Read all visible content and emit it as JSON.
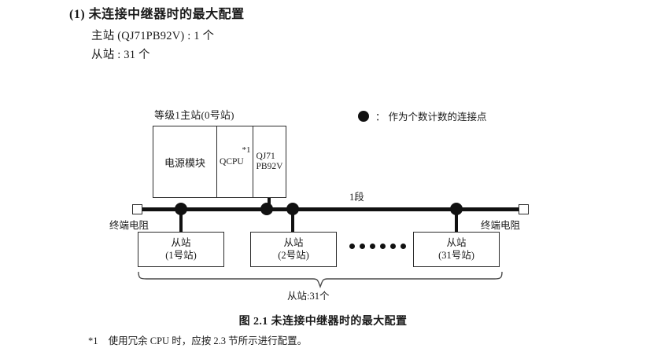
{
  "heading": {
    "number": "(1)",
    "title": "未连接中继器时的最大配置",
    "lines": [
      "主站 (QJ71PB92V) : 1 个",
      "从站 : 31 个"
    ]
  },
  "legend": {
    "marker": "filled-circle-icon",
    "separator": "：",
    "text": "作为个数计数的连接点"
  },
  "diagram": {
    "master": {
      "label": "等级1主站(0号站)",
      "cells": {
        "power": "电源模块",
        "cpu": "QCPU",
        "cpu_footnote_ref": "*1",
        "network": "QJ71\nPB92V",
        "network_line1": "QJ71",
        "network_line2": "PB92V"
      }
    },
    "bus": {
      "segment_label": "1段",
      "terminator_left": "终端电阻",
      "terminator_right": "终端电阻"
    },
    "slaves": [
      {
        "title": "从站",
        "number": "(1号站)"
      },
      {
        "title": "从站",
        "number": "(2号站)"
      },
      {
        "title": "从站",
        "number": "(31号站)"
      }
    ],
    "ellipsis_dots": 6,
    "total_label": "从站:31个"
  },
  "caption": "图 2.1  未连接中继器时的最大配置",
  "footnote": {
    "marker": "*1",
    "text": "使用冗余 CPU 时，应按 2.3 节所示进行配置。"
  },
  "colors": {
    "ink": "#1a1a1a",
    "line": "#2b2b2b",
    "fill": "#111111",
    "background": "#ffffff"
  }
}
